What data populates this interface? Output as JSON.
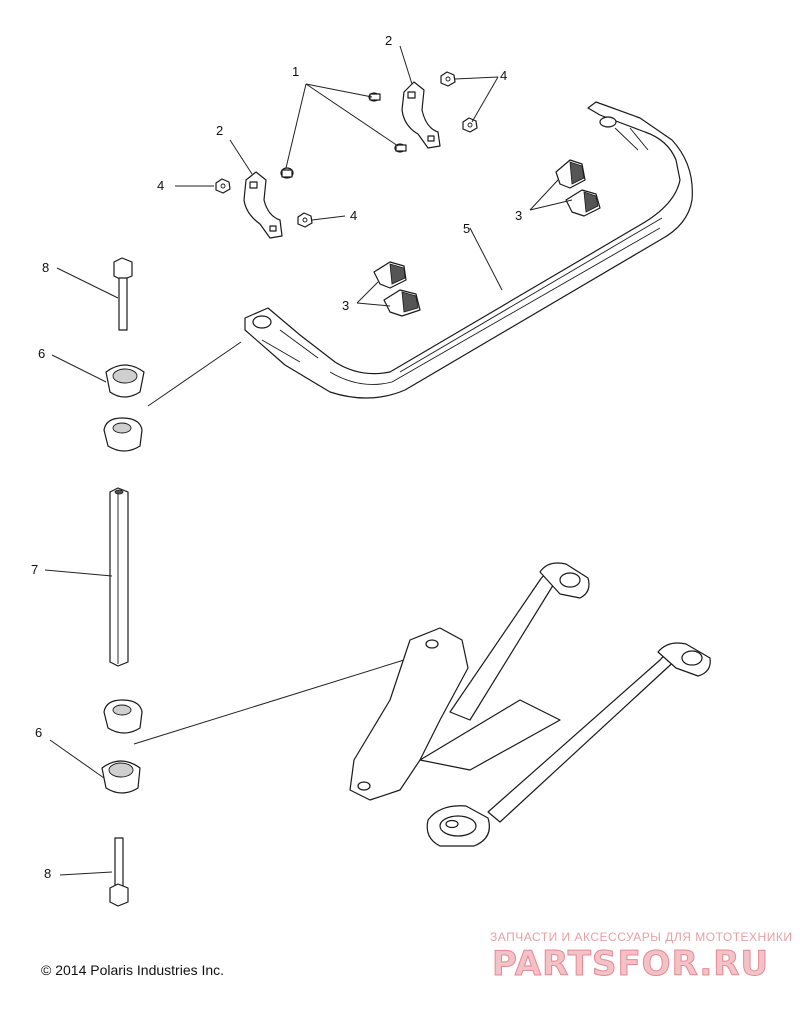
{
  "callouts": {
    "c1": "1",
    "c2a": "2",
    "c2b": "2",
    "c3a": "3",
    "c3b": "3",
    "c4a": "4",
    "c4b": "4",
    "c4c": "4",
    "c5": "5",
    "c6a": "6",
    "c6b": "6",
    "c7": "7",
    "c8a": "8",
    "c8b": "8"
  },
  "copyright": "© 2014 Polaris Industries Inc.",
  "watermark": {
    "tagline": "ЗАПЧАСТИ И АКСЕССУАРЫ ДЛЯ МОТОТЕХНИКИ",
    "logo": "PARTSFOR.RU"
  },
  "colors": {
    "line": "#1a1a1a",
    "shade": "#cfcfcf",
    "watermark": "#e58a93"
  }
}
